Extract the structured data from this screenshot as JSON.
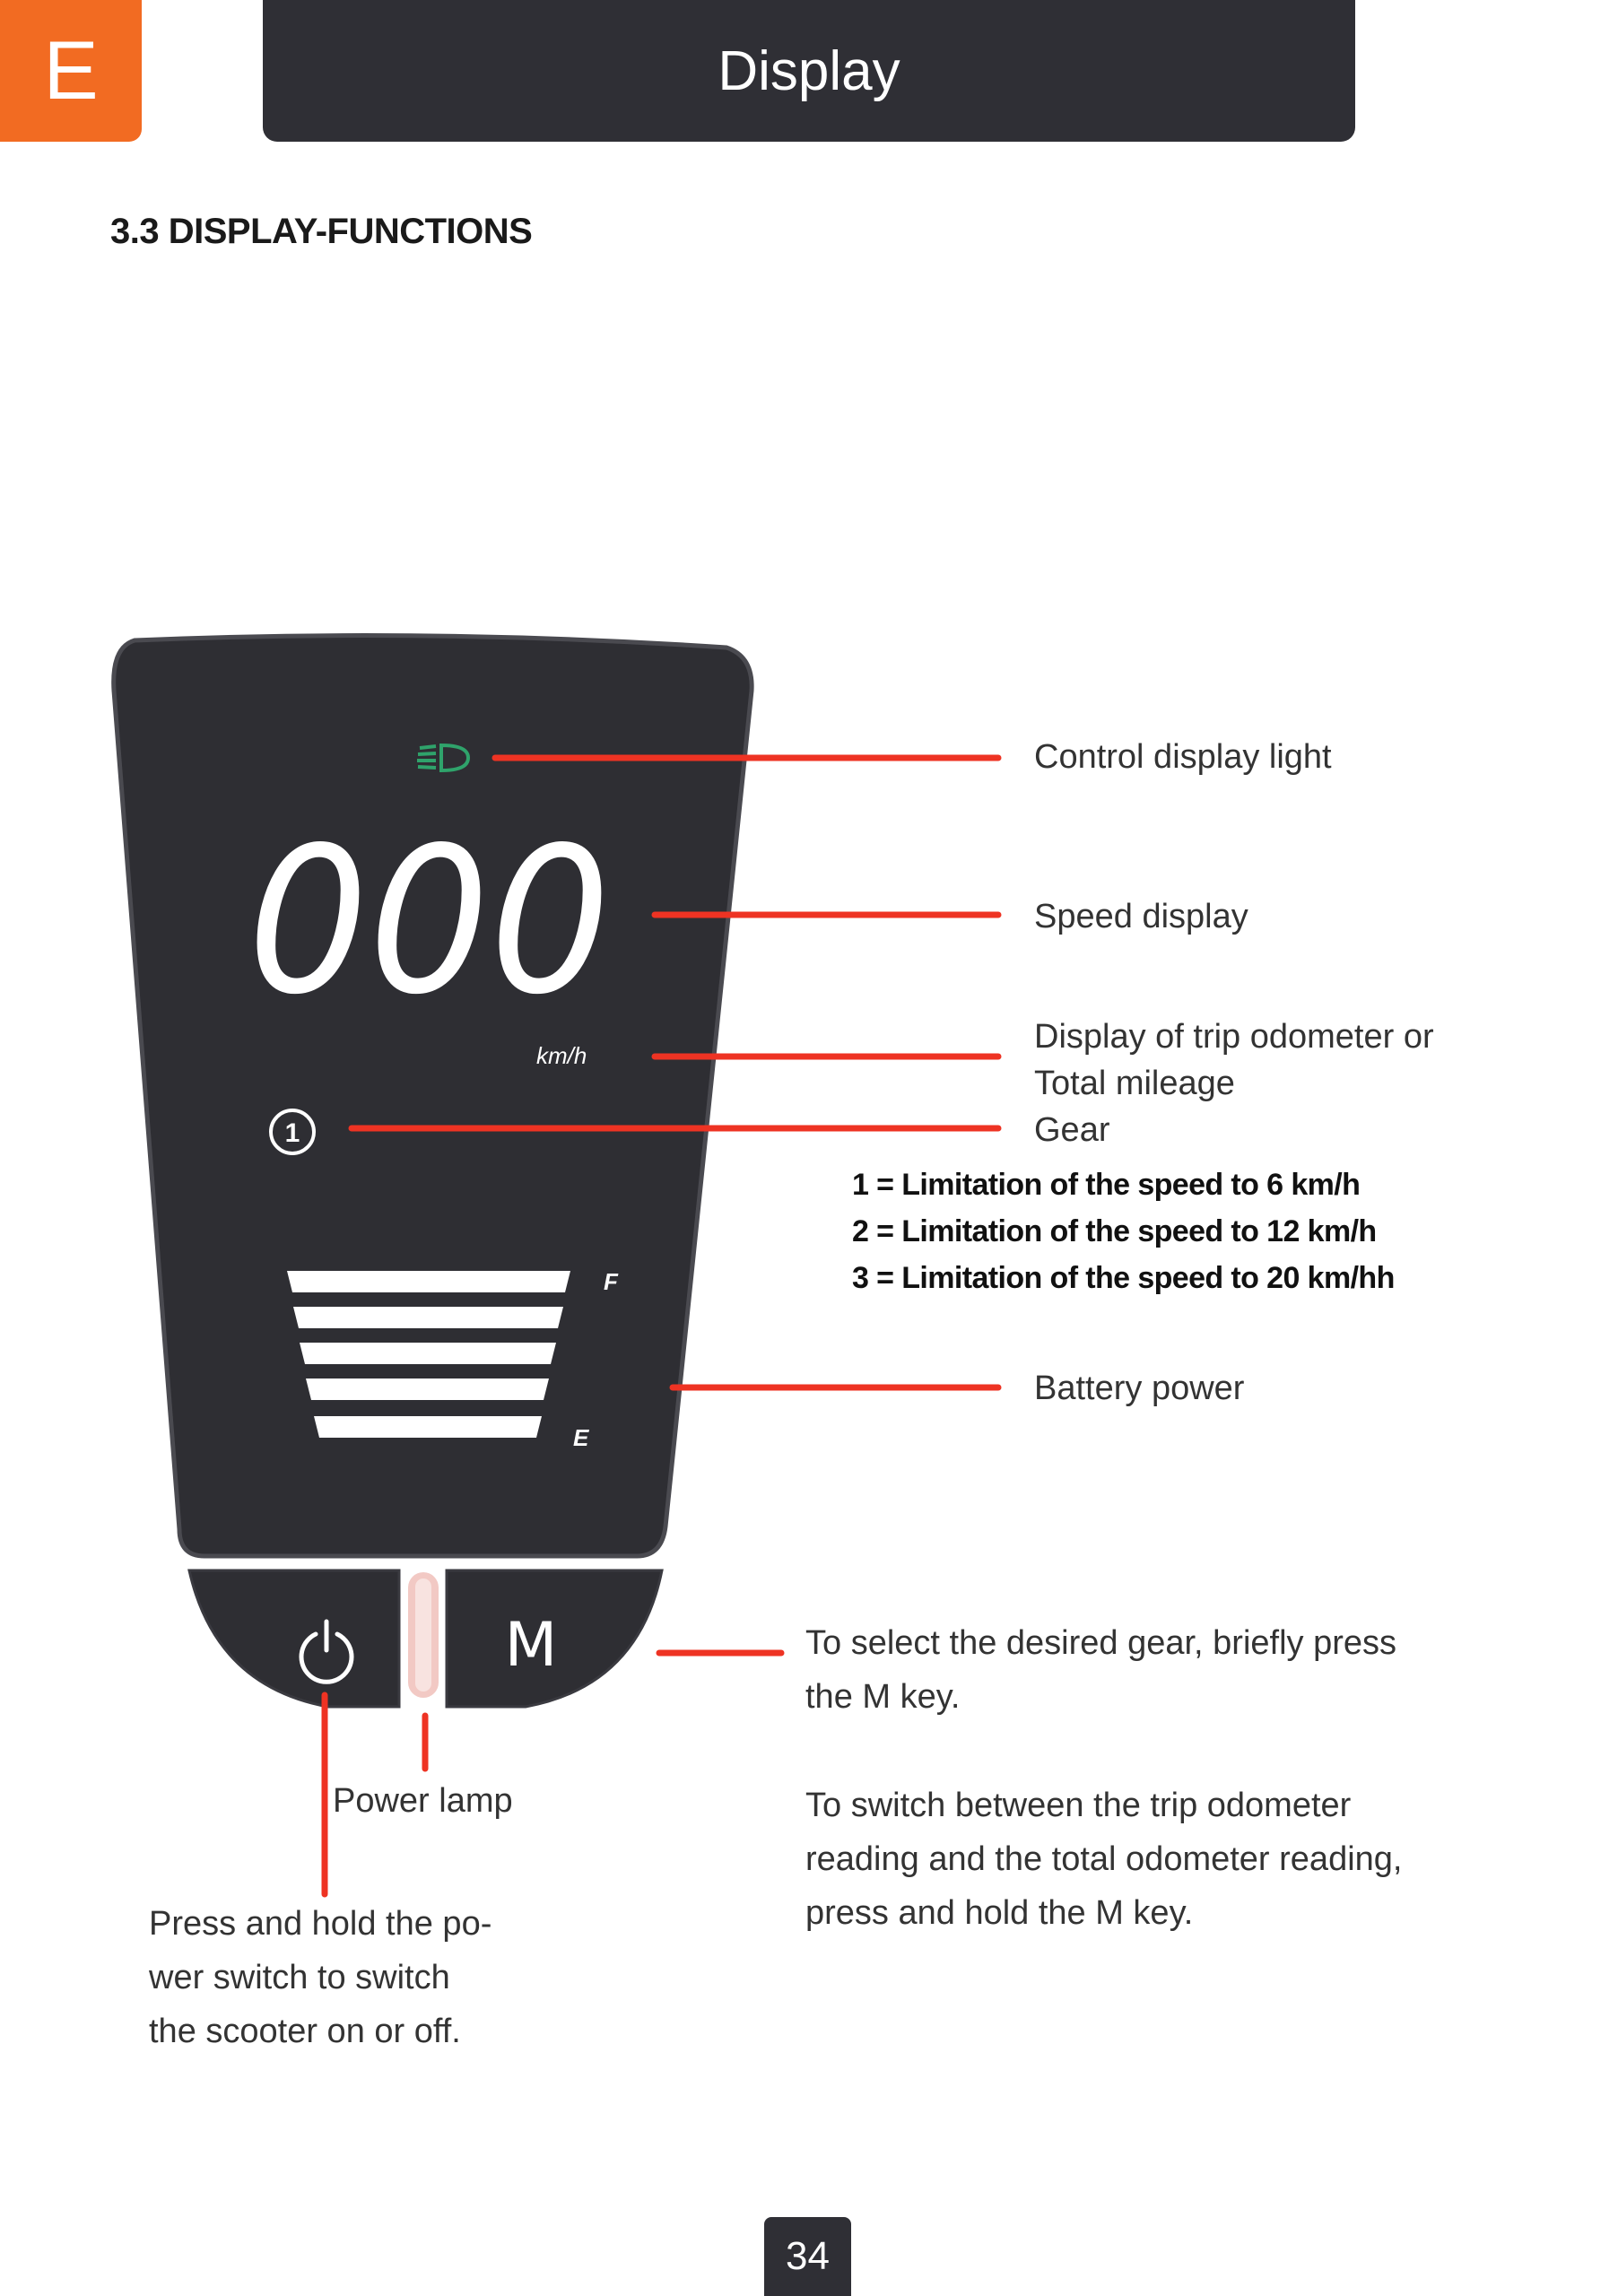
{
  "header": {
    "language_tab": "E",
    "title": "Display"
  },
  "section_title": "3.3 DISPLAY-FUNCTIONS",
  "device": {
    "speed_value": "000",
    "speed_unit": "km/h",
    "gear_indicator": "1",
    "battery_full_label": "F",
    "battery_empty_label": "E",
    "mode_button_label": "M",
    "battery_level": 1.0
  },
  "callouts": {
    "light": "Control display light",
    "speed": "Speed display",
    "odometer_line1": "Display of trip odometer or",
    "odometer_line2": "Total mileage",
    "gear": "Gear",
    "gear_limits": [
      "1 = Limitation of the speed to 6 km/h",
      "2 = Limitation of the speed to 12 km/h",
      "3 = Limitation of the speed to 20 km/hh"
    ],
    "battery": "Battery power",
    "power_lamp": "Power lamp",
    "power_switch": [
      "Press and hold the po-",
      "wer switch to switch",
      "the scooter on or off."
    ],
    "m_key_select": [
      "To select the desired gear, briefly press",
      "the M key."
    ],
    "m_key_switch": [
      "To switch between the trip odometer",
      "reading and the total odometer reading,",
      "press and hold the M key."
    ]
  },
  "page_number": "34",
  "colors": {
    "accent_orange": "#f26b22",
    "header_dark": "#2f2f35",
    "device_body": "#2e2e33",
    "callout_line": "#ee3323",
    "light_icon_green": "#2fa36b",
    "power_lamp": "#f2c9c4"
  },
  "icons": {
    "light": "headlight-icon",
    "power": "power-icon"
  }
}
